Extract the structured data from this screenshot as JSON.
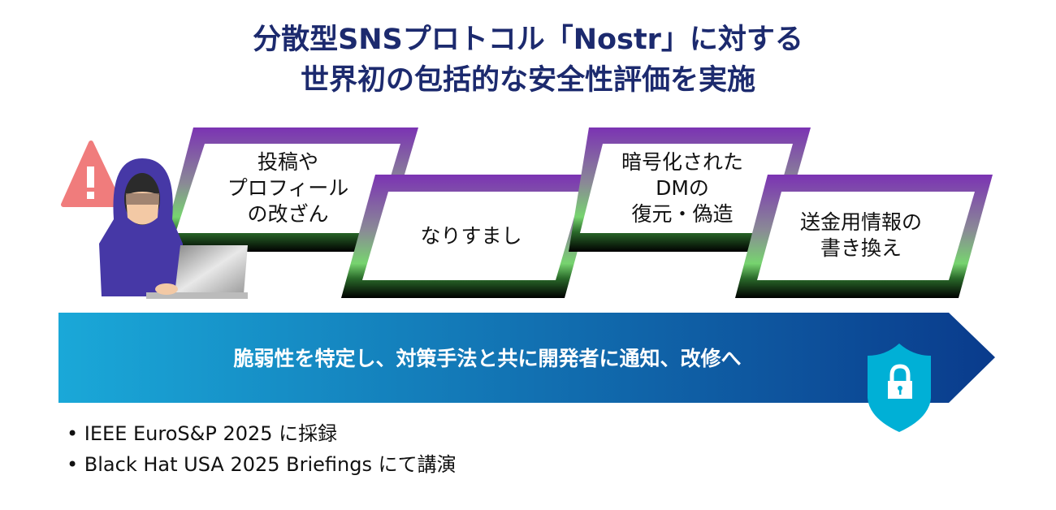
{
  "title": {
    "line1": "分散型SNSプロトコル「Nostr」に対する",
    "line2": "世界初の包括的な安全性評価を実施"
  },
  "attacks": [
    {
      "label": "投稿や\nプロフィール\nの改ざん"
    },
    {
      "label": "なりすまし"
    },
    {
      "label": "暗号化された\nDMの\n復元・偽造"
    },
    {
      "label": "送金用情報の\n書き換え"
    }
  ],
  "banner": {
    "text": "脆弱性を特定し、対策手法と共に開発者に通知、改修へ"
  },
  "bullets": [
    "IEEE EuroS&P 2025 に採録",
    "Black Hat USA 2025 Briefings にて講演"
  ],
  "colors": {
    "title": "#1c2a6e",
    "card_top": "#7b33b3",
    "card_mid": "#77d46f",
    "banner_left": "#1aa8d8",
    "banner_right": "#0a3b8c",
    "shield": "#00b0d6",
    "warning": "#f07c7c",
    "hoodie": "#4638a6"
  }
}
